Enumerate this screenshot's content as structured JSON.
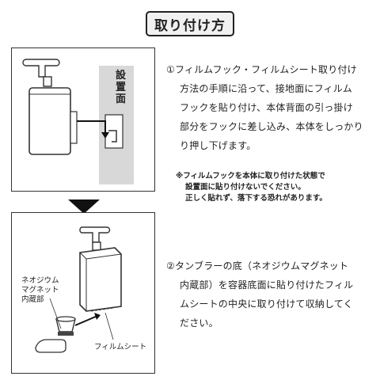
{
  "title": "取り付け方",
  "panel1": {
    "wall_label": "設置面"
  },
  "panel2": {
    "magnet_label_lines": [
      "ネオジウム",
      "マグネット",
      "内蔵部"
    ],
    "film_label": "フィルムシート"
  },
  "step1": {
    "first_line": "①フィルムフック・フィルムシート取り付け",
    "lines": [
      "方法の手順に沿って、接地面にフィルム",
      "フックを貼り付け、本体背面の引っ掛け",
      "部分をフックに差し込み、本体をしっかり",
      "り押し下げます。"
    ]
  },
  "warning": {
    "line1": "※フィルムフックを本体に取り付けた状態で",
    "line2": "設置面に貼り付けないでください。",
    "line3": "正しく貼れず、落下する恐れがあります。"
  },
  "step2": {
    "first_line": "②タンブラーの底（ネオジウムマグネット",
    "lines": [
      "内蔵部）を容器底面に貼り付けたフィル",
      "ムシートの中央に取り付けて収納してく",
      "ださい。"
    ]
  }
}
